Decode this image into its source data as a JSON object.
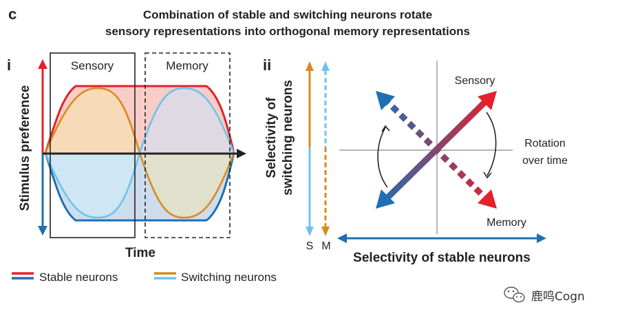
{
  "panel_letter": "c",
  "title": {
    "line1": "Combination of stable and switching neurons rotate",
    "line2": "sensory representations into orthogonal memory representations"
  },
  "panel_i": {
    "label": "i",
    "y_axis_title": "Stimulus preference",
    "x_axis_title": "Time",
    "sensory_box_label": "Sensory",
    "memory_box_label": "Memory"
  },
  "panel_ii": {
    "label": "ii",
    "y_axis_title_line1": "Selectivity of",
    "y_axis_title_line2": "switching neurons",
    "x_axis_title": "Selectivity of stable neurons",
    "s_label": "S",
    "m_label": "M",
    "sensory_label": "Sensory",
    "memory_label": "Memory",
    "rotation_line1": "Rotation",
    "rotation_line2": "over time"
  },
  "legend": {
    "stable": "Stable neurons",
    "switching": "Switching neurons"
  },
  "colors": {
    "stable_pos": "#e4202a",
    "stable_neg": "#1f6fb2",
    "switching_pos": "#d98a1c",
    "switching_neg": "#6cc4ea",
    "stable_pos_fill": "#f8c4bd",
    "stable_neg_fill": "#c6d7ea",
    "switching_pos_fill": "#f7dcb4",
    "switching_neg_fill": "#cfe7f5",
    "axis": "#222222"
  },
  "watermark": {
    "icon": "wechat-icon",
    "text": "鹿鸣Cogn"
  }
}
